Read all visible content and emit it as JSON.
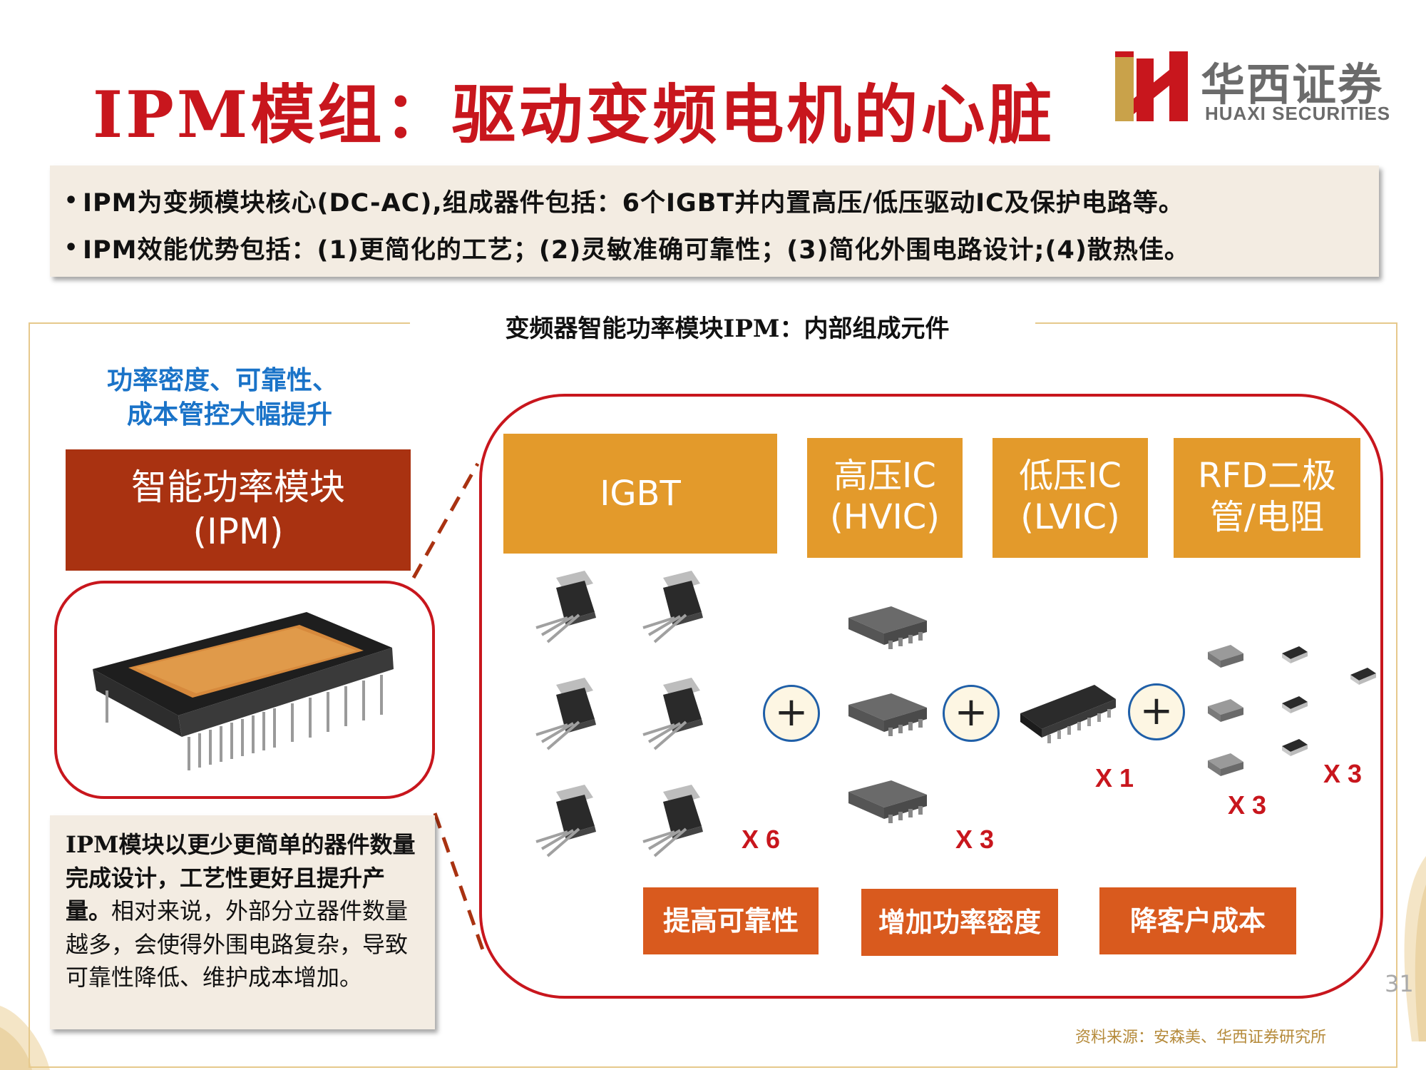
{
  "title": "IPM模组：驱动变频电机的心脏",
  "logo": {
    "cn": "华西证券",
    "en": "HUAXI SECURITIES"
  },
  "bullets": [
    "IPM为变频模块核心(DC-AC),组成器件包括：6个IGBT并内置高压/低压驱动IC及保护电路等。",
    "IPM效能优势包括：(1)更简化的工艺；(2)灵敏准确可靠性；(3)简化外围电路设计;(4)散热佳。"
  ],
  "section_title": "变频器智能功率模块IPM：内部组成元件",
  "left_panel": {
    "highlight_line1": "功率密度、可靠性、",
    "highlight_line2": "成本管控大幅提升",
    "ipm_line1": "智能功率模块",
    "ipm_line2": "(IPM)",
    "note_bold": "IPM模块以更少更简单的器件数量完成设计，工艺性更好且提升产量。",
    "note_regular": "相对来说，外部分立器件数量越多，会使得外围电路复杂，导致可靠性降低、维护成本增加。"
  },
  "components": {
    "igbt": "IGBT",
    "hvic_line1": "高压IC",
    "hvic_line2": "(HVIC)",
    "lvic_line1": "低压IC",
    "lvic_line2": "(LVIC)",
    "rfd_line1": "RFD二极",
    "rfd_line2": "管/电阻"
  },
  "multipliers": {
    "igbt": "X 6",
    "hvic": "X 3",
    "lvic": "X 1",
    "diode": "X 3",
    "resistor": "X 3"
  },
  "plus_sign": "+",
  "benefits": [
    "提高可靠性",
    "增加功率密度",
    "降客户成本"
  ],
  "page_number": "31",
  "source": "资料来源：安森美、华西证券研究所",
  "colors": {
    "title_red": "#c8161d",
    "orange": "#e39a2b",
    "benefit_orange": "#d95a1e",
    "ipm_brown": "#a93211",
    "highlight_blue": "#1a73c8",
    "panel_beige": "#f3ece2"
  }
}
